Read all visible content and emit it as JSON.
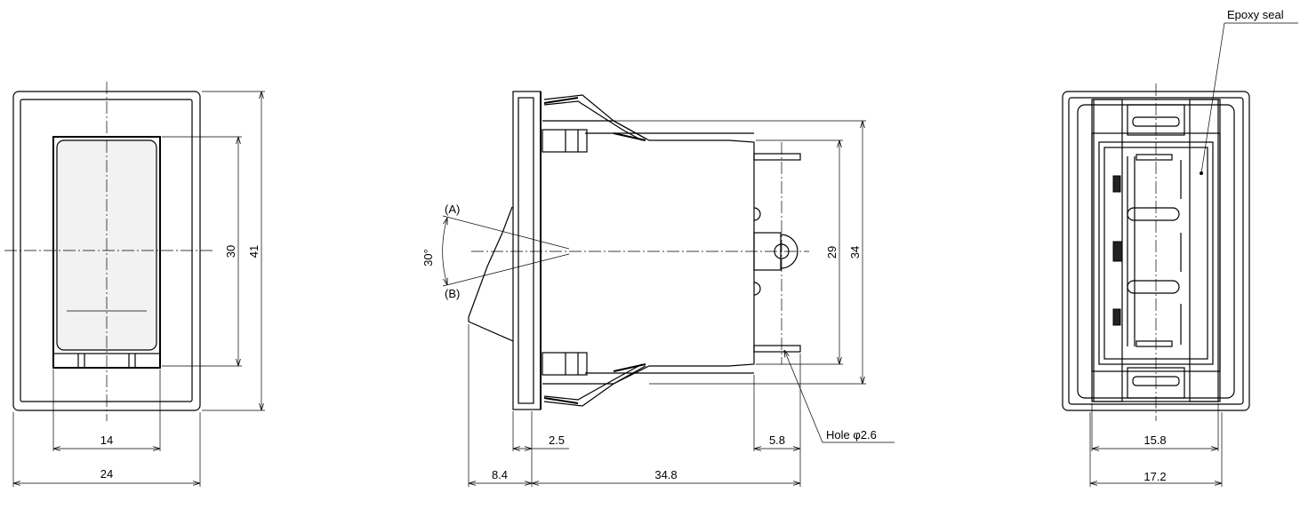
{
  "front_view": {
    "dim_14": "14",
    "dim_24": "24",
    "dim_30": "30",
    "dim_41": "41"
  },
  "side_view": {
    "angle": "30°",
    "pos_a": "(A)",
    "pos_b": "(B)",
    "dim_2_5": "2.5",
    "dim_5_8": "5.8",
    "dim_8_4": "8.4",
    "dim_34_8": "34.8",
    "dim_29": "29",
    "dim_34": "34",
    "hole_label": "Hole φ2.6"
  },
  "rear_view": {
    "epoxy_label": "Epoxy seal",
    "dim_15_8": "15.8",
    "dim_17_2": "17.2"
  }
}
